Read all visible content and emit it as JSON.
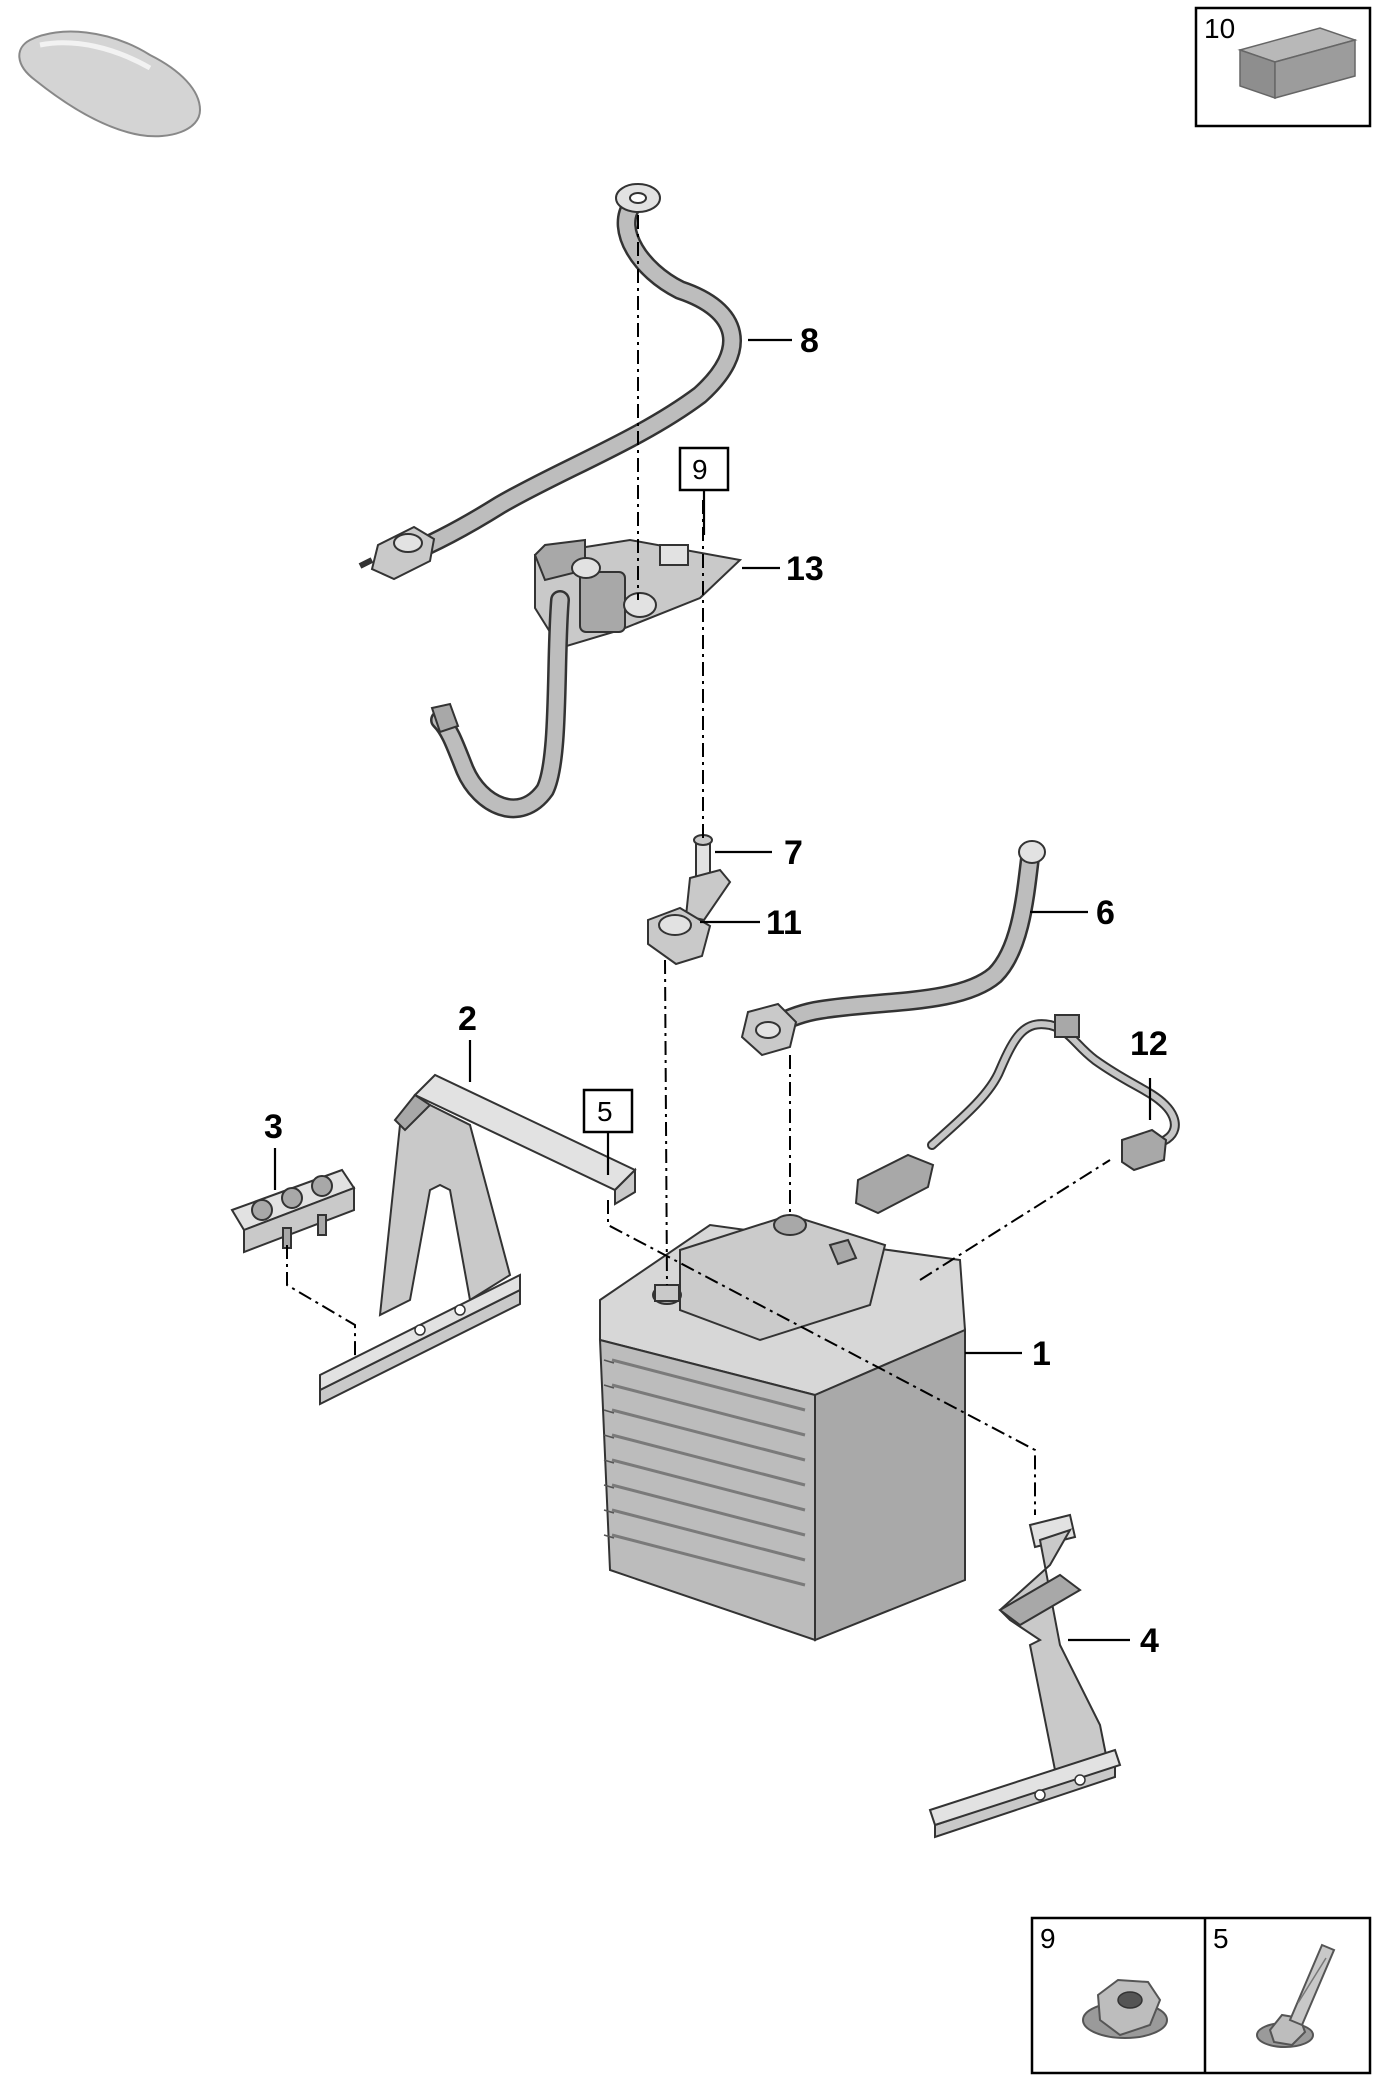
{
  "callouts": [
    {
      "id": "c1",
      "label": "1"
    },
    {
      "id": "c2",
      "label": "2"
    },
    {
      "id": "c3",
      "label": "3"
    },
    {
      "id": "c4",
      "label": "4"
    },
    {
      "id": "c6",
      "label": "6"
    },
    {
      "id": "c7",
      "label": "7"
    },
    {
      "id": "c8",
      "label": "8"
    },
    {
      "id": "c11",
      "label": "11"
    },
    {
      "id": "c12",
      "label": "12"
    },
    {
      "id": "c13",
      "label": "13"
    }
  ],
  "boxed_refs": [
    {
      "id": "r9",
      "label": "9"
    },
    {
      "id": "r5",
      "label": "5"
    }
  ],
  "legend": {
    "top_right": {
      "label": "10"
    },
    "bottom": [
      {
        "label": "9"
      },
      {
        "label": "5"
      }
    ]
  },
  "colors": {
    "part_fill": "#c9c9c9",
    "outline": "#333333",
    "line": "#000000",
    "background": "#ffffff"
  }
}
